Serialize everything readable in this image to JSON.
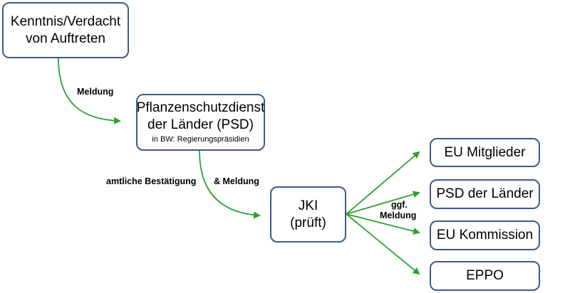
{
  "nodes": {
    "start": {
      "line1": "Kenntnis/Verdacht",
      "line2": "von Auftreten"
    },
    "psd": {
      "line1": "Pflanzenschutzdienst",
      "line2": "der Länder (PSD)",
      "sub": "in BW: Regierungspräsidien"
    },
    "jki": {
      "line1": "JKI",
      "line2": "(prüft)"
    },
    "eu_mitglieder": {
      "label": "EU Mitglieder"
    },
    "psd_laender": {
      "label": "PSD der Länder"
    },
    "eu_kommission": {
      "label": "EU Kommission"
    },
    "eppo": {
      "label": "EPPO"
    }
  },
  "edge_labels": {
    "meldung": "Meldung",
    "amtliche": "amtliche Bestätigung",
    "und_meldung": "& Meldung",
    "ggf": "ggf.",
    "ggf_meldung": "Meldung"
  },
  "colors": {
    "border": "#3d5a8a",
    "arrow": "#2ea02e"
  }
}
